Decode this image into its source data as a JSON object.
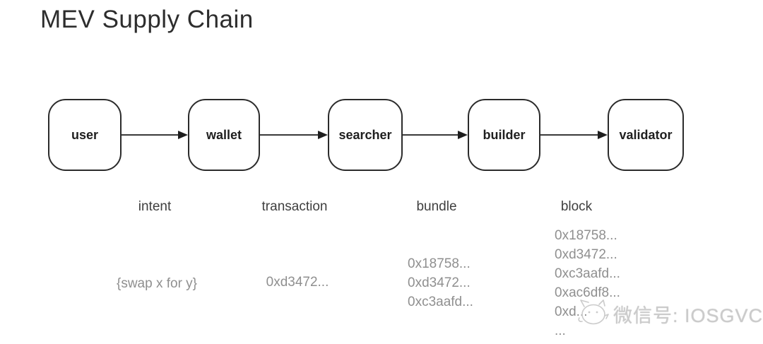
{
  "title": "MEV Supply Chain",
  "stages": [
    {
      "label": "user"
    },
    {
      "label": "wallet"
    },
    {
      "label": "searcher"
    },
    {
      "label": "builder"
    },
    {
      "label": "validator"
    }
  ],
  "artifacts": [
    {
      "label": "intent",
      "values": [
        "{swap x for y}"
      ]
    },
    {
      "label": "transaction",
      "values": [
        "0xd3472..."
      ]
    },
    {
      "label": "bundle",
      "values": [
        "0x18758...",
        "0xd3472...",
        "0xc3aafd..."
      ]
    },
    {
      "label": "block",
      "values": [
        "0x18758...",
        "0xd3472...",
        "0xc3aafd...",
        "0xac6df8...",
        "0xd...",
        "..."
      ]
    }
  ],
  "watermark": {
    "icon": "cat-face-icon",
    "label": "微信号: IOSGVC"
  },
  "colors": {
    "box_border": "#2b2b2b",
    "node_text": "#1f1f1f",
    "stage_label_gray": "#3f3f3f",
    "value_gray": "#8f8f8f",
    "watermark_gray": "#cbcbcb"
  }
}
